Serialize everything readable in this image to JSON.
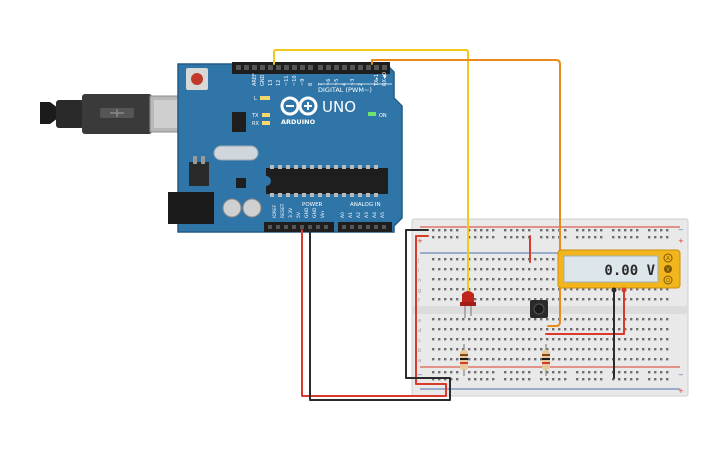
{
  "board": {
    "header_left_1": "AREF",
    "header_left_2": "GND",
    "pin_13": "13",
    "pin_12": "12",
    "pin_11": "~11",
    "pin_10": "~10",
    "pin_9": "~9",
    "pin_8": "8",
    "pin_7": "7",
    "pin_6": "~6",
    "pin_5": "~5",
    "pin_4": "4",
    "pin_3": "~3",
    "pin_2": "2",
    "pin_tx": "TX▸1",
    "pin_rx": "RX◀0",
    "digital_label": "DIGITAL (PWM~)",
    "led_l": "L",
    "led_tx": "TX",
    "led_rx": "RX",
    "brand": "ARDUINO",
    "model": "UNO",
    "on_label": "ON",
    "power_label": "POWER",
    "analog_label": "ANALOG IN",
    "power_pins": [
      "IOREF",
      "RESET",
      "3.3V",
      "5V",
      "GND",
      "GND",
      "Vin"
    ],
    "analog_pins": [
      "A0",
      "A1",
      "A2",
      "A3",
      "A4",
      "A5"
    ]
  },
  "multimeter": {
    "reading": "0.00 V",
    "mode_a": "A",
    "mode_v": "V",
    "mode_ohm": "Ω"
  },
  "breadboard": {
    "plus": "+",
    "minus": "−",
    "row_letters_top": [
      "j",
      "i",
      "h",
      "g",
      "f"
    ],
    "row_letters_bottom": [
      "e",
      "d",
      "c",
      "b",
      "a"
    ]
  },
  "colors": {
    "board": "#2f75a8",
    "wire_red": "#d93a2b",
    "wire_black": "#2b2b2b",
    "wire_yellow": "#f2c81b",
    "wire_orange": "#e88b1a",
    "multimeter": "#f2b51c",
    "led": "#c0241a"
  }
}
